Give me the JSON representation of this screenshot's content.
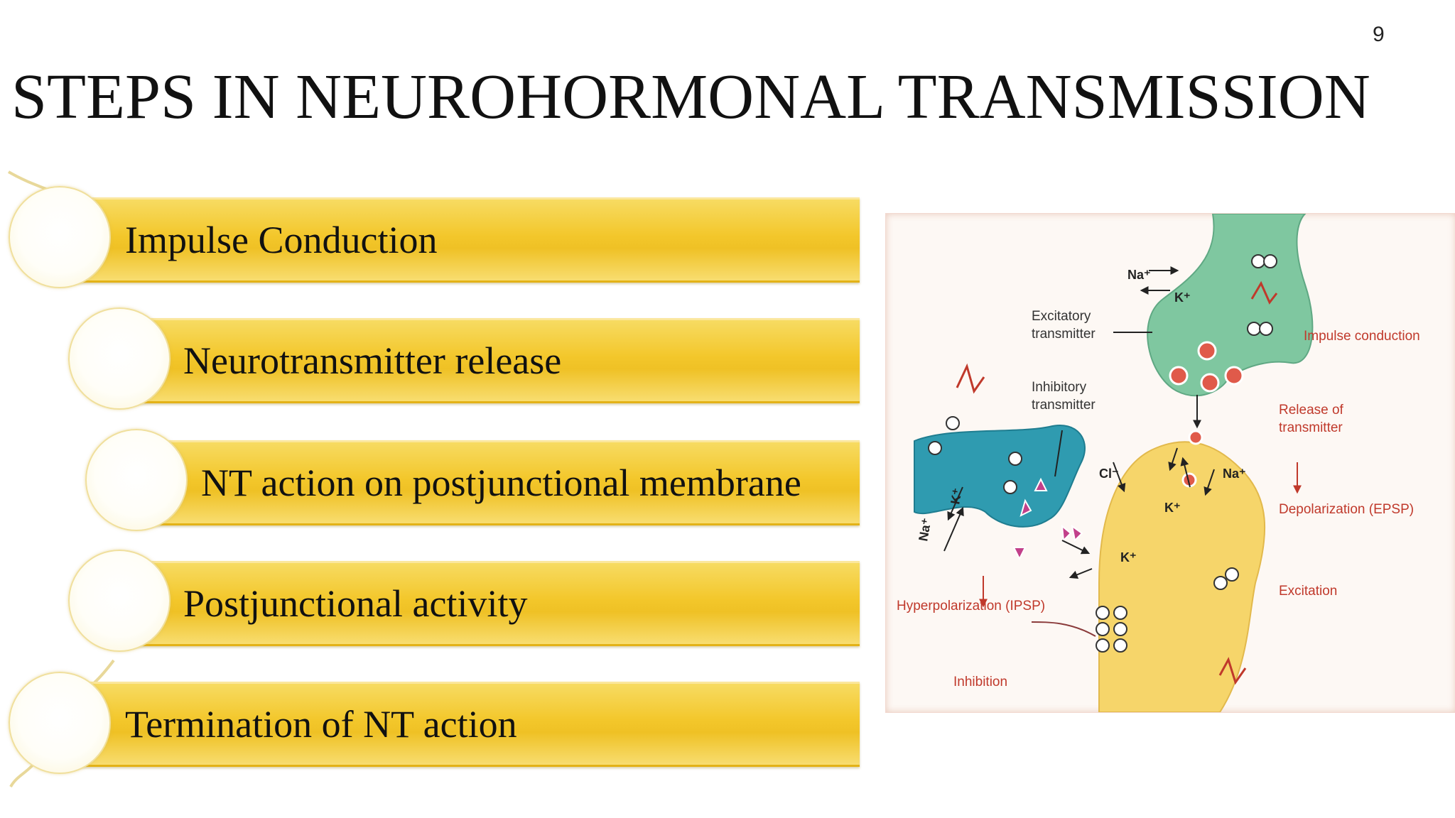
{
  "slide": {
    "number": "9",
    "title": "STEPS IN NEUROHORMONAL TRANSMISSION"
  },
  "steps": [
    {
      "label": "Impulse Conduction"
    },
    {
      "label": "Neurotransmitter release"
    },
    {
      "label": "NT action on postjunctional membrane"
    },
    {
      "label": "Postjunctional activity"
    },
    {
      "label": "Termination of NT action"
    }
  ],
  "diagram": {
    "labels": {
      "excitatory": [
        "Excitatory",
        "transmitter"
      ],
      "inhibitory": [
        "Inhibitory",
        "transmitter"
      ],
      "impulse_conduction": "Impulse conduction",
      "release": [
        "Release of",
        "transmitter"
      ],
      "depolarization": "Depolarization (EPSP)",
      "excitation": "Excitation",
      "hyperpolarization": "Hyperpolarization (IPSP)",
      "inhibition": "Inhibition"
    },
    "ions": {
      "na_top": "Na⁺",
      "k_top": "K⁺",
      "cl": "Cl⁻",
      "na_right": "Na⁺",
      "k_mid": "K⁺",
      "k_low": "K⁺",
      "na_left": "Na⁺",
      "k_left": "K⁺"
    },
    "colors": {
      "green_terminal": "#7fc7a0",
      "blue_terminal": "#2f9bb0",
      "yellow_neuron": "#f6d56a",
      "red_label": "#c0392b",
      "vesicle": "#e05a4a",
      "inhibitory_marker": "#c2408a"
    }
  }
}
